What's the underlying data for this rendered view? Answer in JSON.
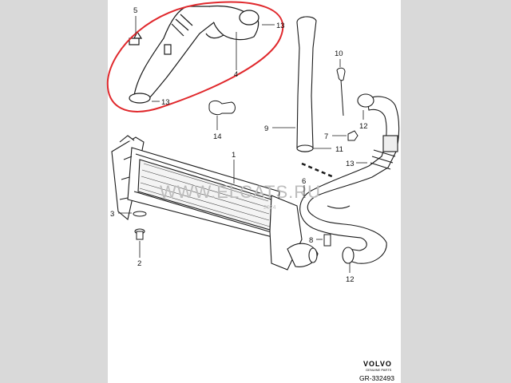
{
  "callouts": {
    "c1": "1",
    "c2": "2",
    "c3": "3",
    "c4": "4",
    "c5": "5",
    "c6": "6",
    "c7": "7",
    "c8": "8",
    "c9": "9",
    "c10": "10",
    "c11": "11",
    "c12a": "12",
    "c12b": "12",
    "c13a": "13",
    "c13b": "13",
    "c13c": "13",
    "c14": "14"
  },
  "watermark": {
    "text": "WWW.ELCATS.RU",
    "year": "2024"
  },
  "brand": {
    "name": "VOLVO",
    "sub": "GENUINE PARTS"
  },
  "reference": "GR-332493",
  "colors": {
    "highlight": "#e0282c",
    "line": "#1a1a1a",
    "fill": "#ffffff",
    "shade": "#9a9a9a"
  }
}
